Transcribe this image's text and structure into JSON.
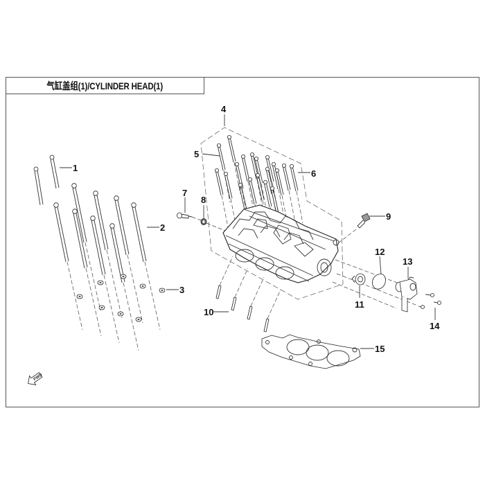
{
  "title": "气缸盖组(1)/CYLINDER HEAD(1)",
  "colors": {
    "line": "#333333",
    "frame": "#555555",
    "background": "#ffffff"
  },
  "callouts": [
    {
      "number": "1"
    },
    {
      "number": "2"
    },
    {
      "number": "3"
    },
    {
      "number": "4"
    },
    {
      "number": "5"
    },
    {
      "number": "6"
    },
    {
      "number": "7"
    },
    {
      "number": "8"
    },
    {
      "number": "9"
    },
    {
      "number": "10"
    },
    {
      "number": "11"
    },
    {
      "number": "12"
    },
    {
      "number": "13"
    },
    {
      "number": "14"
    },
    {
      "number": "15"
    }
  ],
  "fwd_arrow": {
    "label": "FWD",
    "icon": "forward-arrow-icon"
  }
}
